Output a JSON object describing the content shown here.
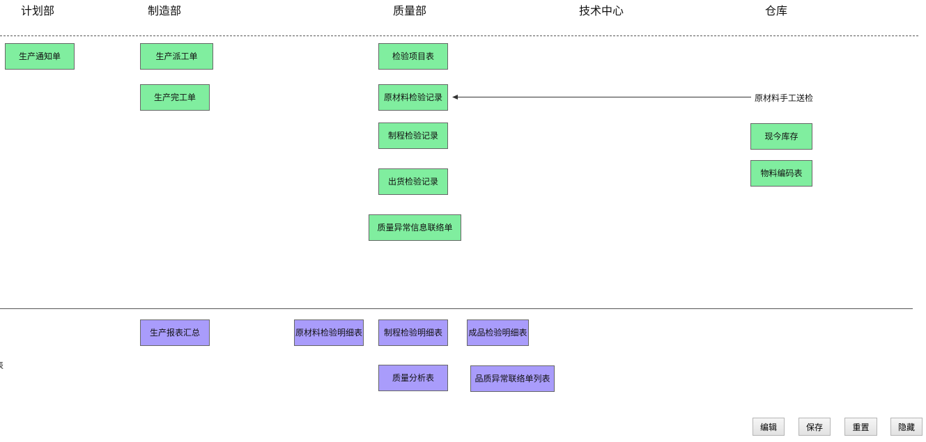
{
  "departments": {
    "planning": "计划部",
    "manufacturing": "制造部",
    "quality": "质量部",
    "tech_center": "技术中心",
    "warehouse": "仓库"
  },
  "process_nodes": {
    "production_notice": "生产通知单",
    "production_dispatch": "生产派工单",
    "production_complete": "生产完工单",
    "inspection_items": "检验项目表",
    "raw_material_inspection": "原材料检验记录",
    "process_inspection": "制程检验记录",
    "shipment_inspection": "出货检验记录",
    "quality_exception_contact": "质量异常信息联络单",
    "raw_material_manual_send": "原材料手工送检",
    "current_inventory": "现今库存",
    "material_code_table": "物料编码表"
  },
  "report_nodes": {
    "production_report_summary": "生产报表汇总",
    "raw_material_inspection_detail": "原材料检验明细表",
    "process_inspection_detail": "制程检验明细表",
    "finished_inspection_detail": "成品检验明细表",
    "quality_analysis": "质量分析表",
    "quality_exception_list": "品质异常联络单列表",
    "left_edge_partial": "表"
  },
  "buttons": {
    "edit": "编辑",
    "save": "保存",
    "reset": "重置",
    "hide": "隐藏"
  },
  "colors": {
    "process_node_fill": "#80ee9f",
    "report_node_fill": "#a99cfb"
  }
}
